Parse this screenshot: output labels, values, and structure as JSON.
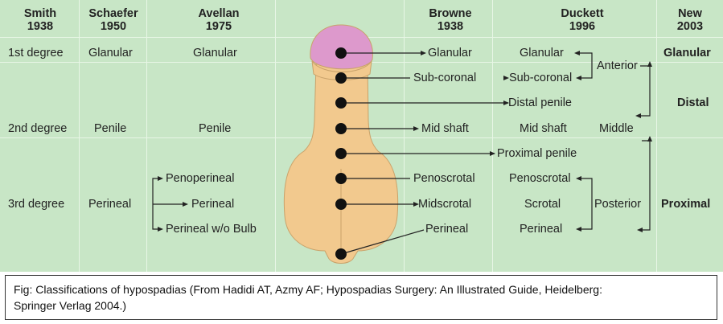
{
  "headers": [
    {
      "name": "Smith",
      "year": "1938"
    },
    {
      "name": "Schaefer",
      "year": "1950"
    },
    {
      "name": "Avellan",
      "year": "1975"
    },
    {
      "name": "Browne",
      "year": "1938"
    },
    {
      "name": "Duckett",
      "year": "1996"
    },
    {
      "name": "New",
      "year": "2003"
    }
  ],
  "smith": [
    "1st degree",
    "2nd degree",
    "3rd degree"
  ],
  "schaefer": [
    "Glanular",
    "Penile",
    "Perineal"
  ],
  "avellan": [
    "Glanular",
    "Penile",
    "Penoperineal",
    "Perineal",
    "Perineal w/o Bulb"
  ],
  "browne": [
    "Glanular",
    "Sub-coronal",
    "Mid shaft",
    "Penoscrotal",
    "Midscrotal",
    "Perineal"
  ],
  "browne_callouts": [
    "Distal penile",
    "Proximal penile"
  ],
  "duckett": [
    "Glanular",
    "Sub-coronal",
    "Mid shaft",
    "Penoscrotal",
    "Scrotal",
    "Perineal"
  ],
  "duckett_groups": [
    "Anterior",
    "Middle",
    "Posterior"
  ],
  "new2003": [
    "Glanular",
    "Distal",
    "Proximal"
  ],
  "caption": {
    "line1": "Fig: Classifications of hypospadias (From Hadidi AT, Azmy AF; Hypospadias Surgery: An Illustrated Guide, Heidelberg:",
    "line2": "Springer Verlag 2004.)"
  },
  "colors": {
    "background": "#c8e6c6",
    "organ": "#f2c98e",
    "glans": "#dd99cc",
    "dot": "#111111"
  }
}
